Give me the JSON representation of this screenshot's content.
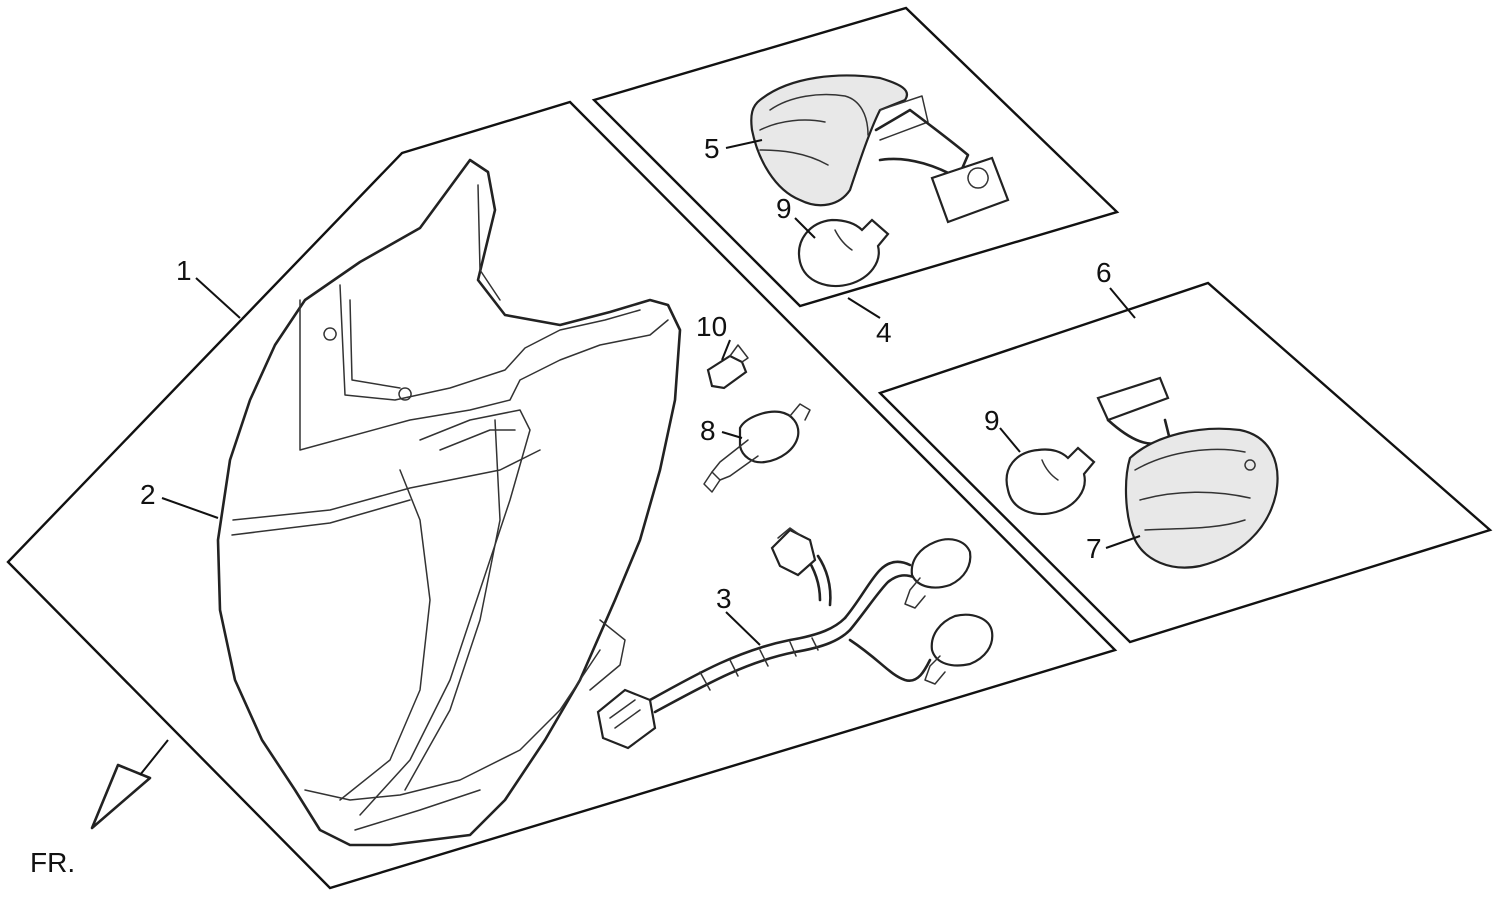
{
  "diagram": {
    "callouts": {
      "c1": "1",
      "c2": "2",
      "c3": "3",
      "c4": "4",
      "c5": "5",
      "c6": "6",
      "c7": "7",
      "c8": "8",
      "c9a": "9",
      "c9b": "9",
      "c10": "10"
    },
    "direction_label": "FR."
  }
}
